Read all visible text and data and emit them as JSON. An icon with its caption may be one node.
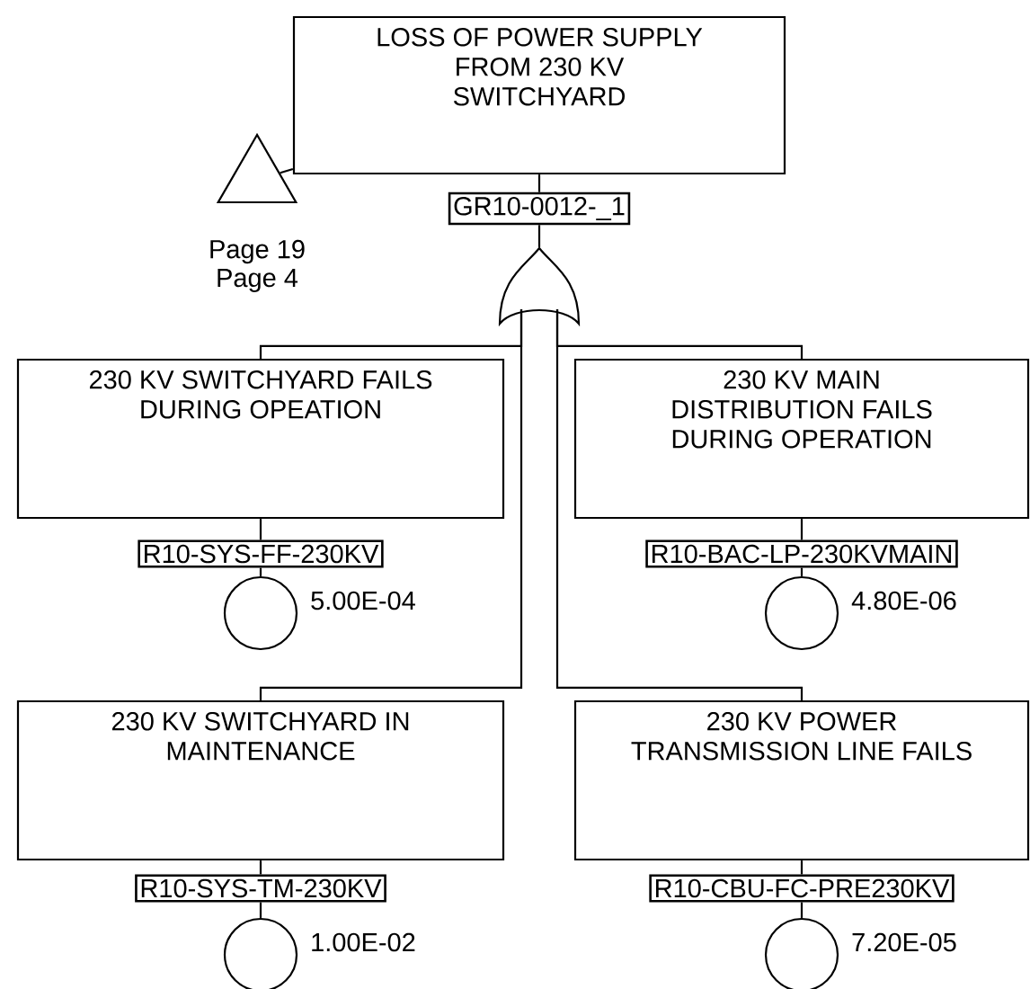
{
  "diagram": {
    "nodes": [
      {
        "text": [
          "LOSS OF POWER SUPPLY FROM 230 KV SWITCHYARD"
        ]
      },
      {
        "text": [
          "GR10-0012-_1"
        ]
      },
      {
        "text": [],
        "shape": "gate"
      },
      {
        "text": [],
        "shape": "triangle",
        "beside": [
          "Page 19",
          "Page 4"
        ]
      },
      {
        "text": [
          "230 KV SWITCHYARD FAILS DURING OPEATION"
        ]
      },
      {
        "text": [
          "R10-SYS-FF-230KV"
        ]
      },
      {
        "text": [],
        "shape": "circle",
        "beside": [
          "5.00E-04"
        ]
      },
      {
        "text": [
          "230 KV MAIN DISTRIBUTION FAILS DURING OPERATION"
        ]
      },
      {
        "text": [
          "R10-BAC-LP-230KVMAIN"
        ]
      },
      {
        "text": [],
        "shape": "circle",
        "beside": [
          "4.80E-06"
        ]
      },
      {
        "text": [
          "230 KV SWITCHYARD IN MAINTENANCE"
        ]
      },
      {
        "text": [
          "R10-SYS-TM-230KV"
        ]
      },
      {
        "text": [],
        "shape": "circle",
        "beside": [
          "1.00E-02"
        ]
      },
      {
        "text": [
          "230 KV POWER TRANSMISSION LINE FAILS"
        ]
      },
      {
        "text": [
          "R10-CBU-FC-PRE230KV"
        ]
      },
      {
        "text": [],
        "shape": "circle",
        "beside": [
          "7.20E-05"
        ]
      }
    ],
    "edges": [
      {
        "from": 0,
        "to": 1,
        "arrow": "none"
      },
      {
        "from": 1,
        "to": 2,
        "arrow": "none"
      },
      {
        "from": 0,
        "to": 3,
        "arrow": "none"
      },
      {
        "from": 2,
        "to": 4,
        "arrow": "none"
      },
      {
        "from": 2,
        "to": 7,
        "arrow": "none"
      },
      {
        "from": 2,
        "to": 10,
        "arrow": "none"
      },
      {
        "from": 2,
        "to": 13,
        "arrow": "none"
      },
      {
        "from": 4,
        "to": 5,
        "arrow": "none"
      },
      {
        "from": 5,
        "to": 6,
        "arrow": "none"
      },
      {
        "from": 7,
        "to": 8,
        "arrow": "none"
      },
      {
        "from": 8,
        "to": 9,
        "arrow": "none"
      },
      {
        "from": 10,
        "to": 11,
        "arrow": "none"
      },
      {
        "from": 11,
        "to": 12,
        "arrow": "none"
      },
      {
        "from": 13,
        "to": 14,
        "arrow": "none"
      },
      {
        "from": 14,
        "to": 15,
        "arrow": "none"
      }
    ]
  }
}
